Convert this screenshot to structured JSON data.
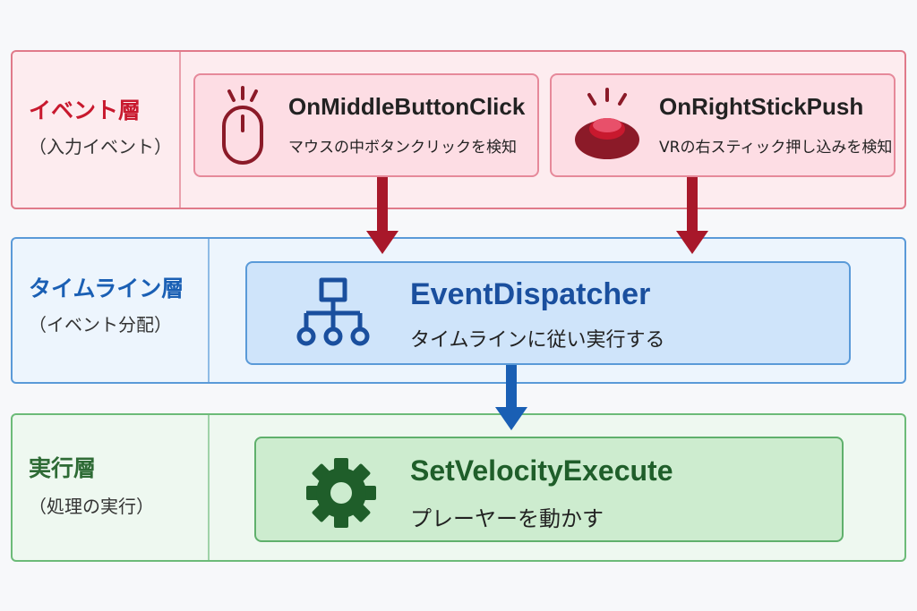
{
  "layers": {
    "event": {
      "title": "イベント層",
      "subtitle": "（入力イベント）",
      "color": "#c8192e",
      "fill": "#fde8ec"
    },
    "timeline": {
      "title": "タイムライン層",
      "subtitle": "（イベント分配）",
      "color": "#1a5fb4",
      "fill": "#eaf3fc"
    },
    "execute": {
      "title": "実行層",
      "subtitle": "（処理の実行）",
      "color": "#2e8b3e",
      "fill": "#eaf6ec"
    }
  },
  "nodes": {
    "middle_click": {
      "title": "OnMiddleButtonClick",
      "desc": "マウスの中ボタンクリックを検知",
      "icon": "mouse-icon"
    },
    "right_stick": {
      "title": "OnRightStickPush",
      "desc": "VRの右スティック押し込みを検知",
      "icon": "joystick-button-icon"
    },
    "dispatcher": {
      "title": "EventDispatcher",
      "desc": "タイムラインに従い実行する",
      "icon": "hierarchy-icon"
    },
    "velocity": {
      "title": "SetVelocityExecute",
      "desc": "プレーヤーを動かす",
      "icon": "gear-icon"
    }
  }
}
